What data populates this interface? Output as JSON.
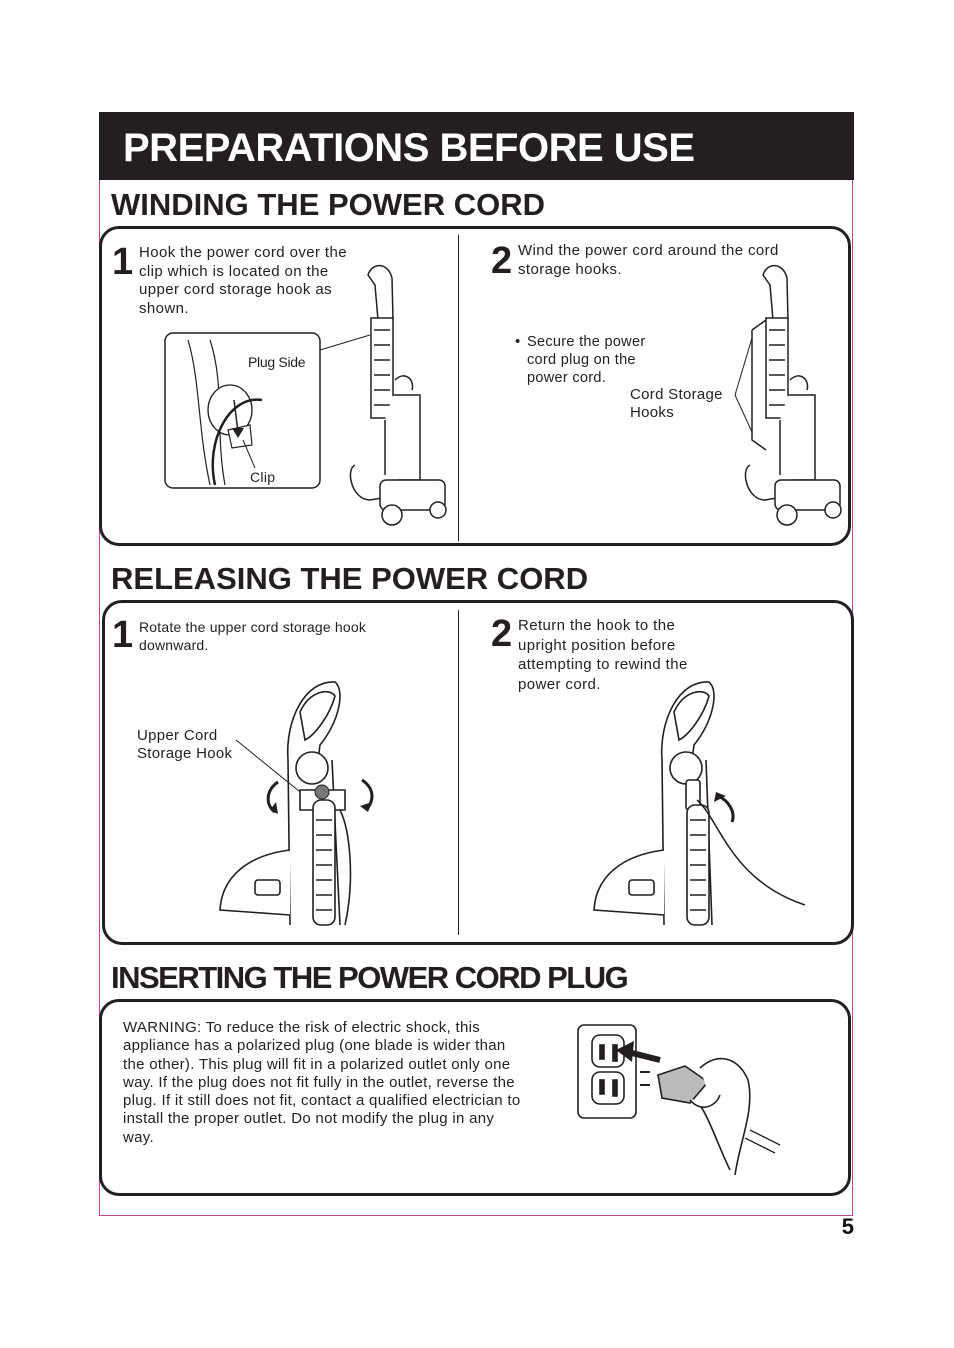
{
  "page_title": "PREPARATIONS BEFORE USE",
  "winding": {
    "title": "WINDING THE POWER CORD",
    "step1": {
      "number": "1",
      "text": "Hook the  power cord over the clip which is located on the upper  cord storage hook as shown.",
      "label_plug_side": "Plug Side",
      "label_clip": "Clip"
    },
    "step2": {
      "number": "2",
      "text": "Wind the power cord around the cord storage hooks.",
      "bullet": "Secure  the  power cord plug on the power cord.",
      "label_hooks": "Cord  Storage Hooks"
    }
  },
  "releasing": {
    "title": "RELEASING THE POWER CORD",
    "step1": {
      "number": "1",
      "text": "Rotate the upper cord  storage  hook downward.",
      "label_hook": "Upper Cord Storage Hook"
    },
    "step2": {
      "number": "2",
      "text": "Return the hook to the upright position before attempting to rewind the power cord."
    }
  },
  "inserting": {
    "title": "INSERTING THE POWER CORD PLUG",
    "warning": "WARNING: To reduce the risk of electric shock, this appliance has a polarized plug (one blade is wider than the other). This plug will fit in a polarized outlet only one way. If the plug does not fit fully in the outlet, reverse the plug. If it still does not fit, contact a qualified electrician to install the proper outlet. Do not modify the plug in any way."
  },
  "page_number": "5"
}
